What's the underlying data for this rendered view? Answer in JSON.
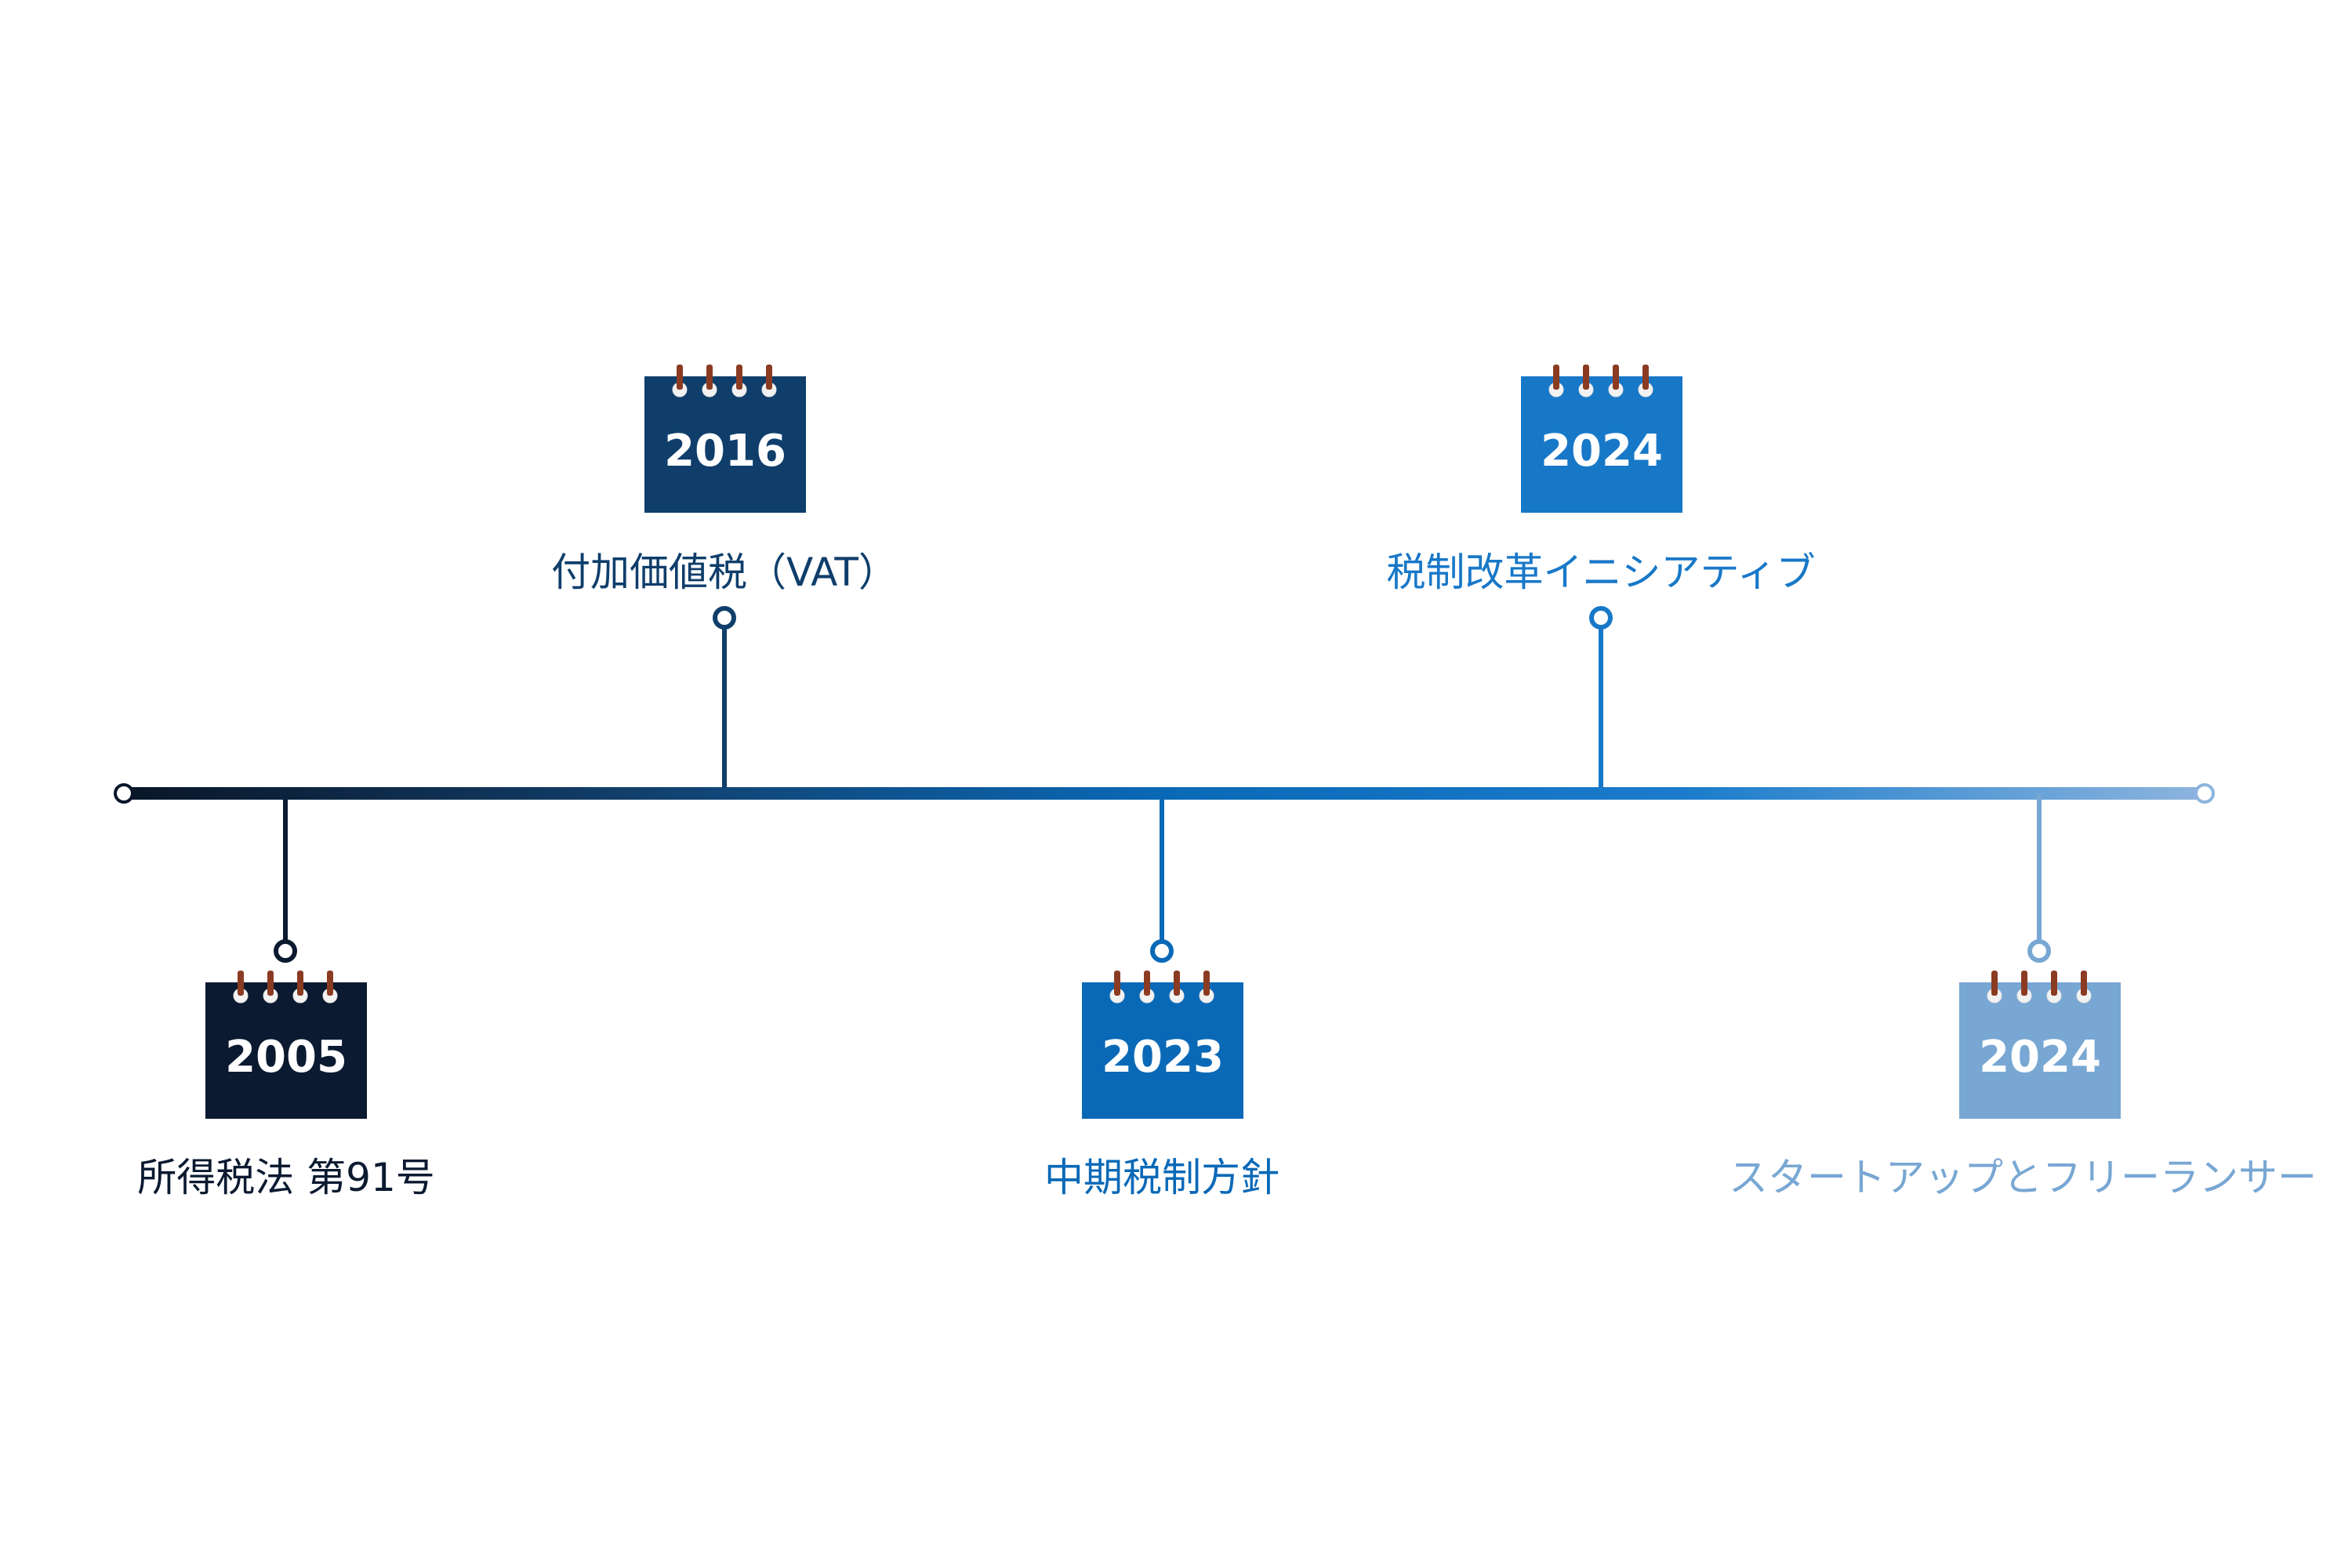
{
  "timeline": {
    "events": [
      {
        "year": "2005",
        "label": "所得税法 第91号",
        "color": "#0b1a30",
        "side": "below"
      },
      {
        "year": "2016",
        "label": "付加価値税（VAT）",
        "color": "#0f3e6b",
        "side": "above"
      },
      {
        "year": "2023",
        "label": "中期税制方針",
        "color": "#0a69b7",
        "side": "below"
      },
      {
        "year": "2024",
        "label": "税制改革イニシアティブ",
        "color": "#1878c8",
        "side": "above"
      },
      {
        "year": "2024",
        "label": "スタートアップとフリーランサー",
        "color": "#78a7d3",
        "side": "below"
      }
    ]
  }
}
